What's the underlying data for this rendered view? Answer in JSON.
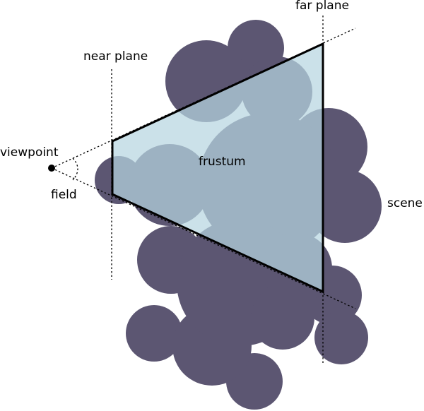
{
  "labels": {
    "far_plane": "far plane",
    "near_plane": "near plane",
    "viewpoint": "viewpoint",
    "field": "field",
    "frustum": "frustum",
    "scene": "scene"
  },
  "colors": {
    "scene": "#5c5672",
    "frustum_fill": "#b7d6e0",
    "frustum_stroke": "#000000",
    "guide_line": "#000000",
    "background": "#ffffff"
  }
}
